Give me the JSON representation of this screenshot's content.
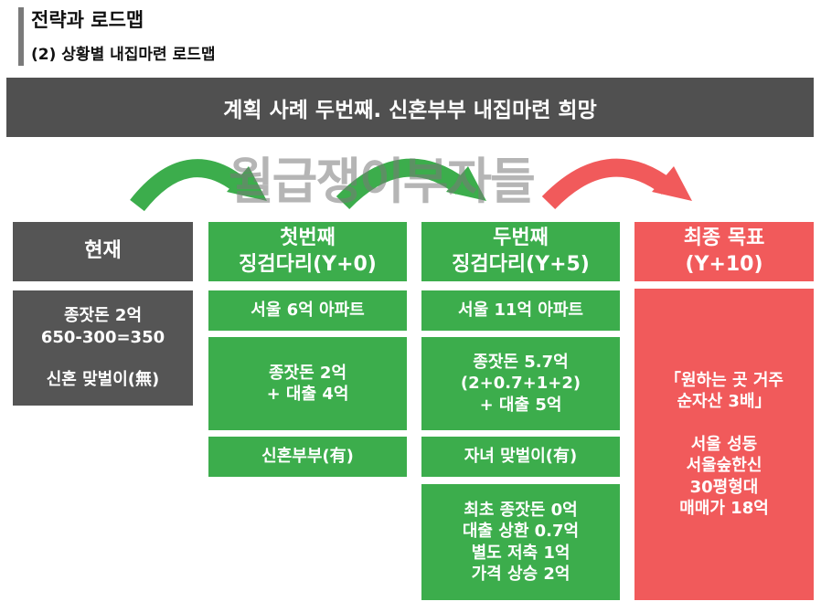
{
  "header": {
    "title": "전략과 로드맵",
    "subtitle": "(2) 상황별 내집마련 로드맵"
  },
  "banner": "계획 사례 두번째. 신혼부부 내집마련 희망",
  "colors": {
    "green": "#3cad4c",
    "gray": "#555555",
    "red": "#f15a5b"
  },
  "columns": [
    {
      "header": "현재",
      "items": [
        "종잣돈 2억\n650-300=350\n\n신혼 맞벌이(無)"
      ]
    },
    {
      "header": "첫번째\n징검다리(Y+0)",
      "items": [
        "서울 6억 아파트",
        "종잣돈 2억\n+ 대출 4억",
        "신혼부부(有)"
      ]
    },
    {
      "header": "두번째\n징검다리(Y+5)",
      "items": [
        "서울 11억 아파트",
        "종잣돈 5.7억\n(2+0.7+1+2)\n+ 대출 5억",
        "자녀 맞벌이(有)",
        "최초 종잣돈 0억\n대출 상환 0.7억\n별도 저축 1억\n가격 상승 2억"
      ]
    },
    {
      "header": "최종 목표\n(Y+10)",
      "items": [
        "「원하는 곳 거주\n순자산 3배」\n\n서울 성동\n서울숲한신\n30평형대\n매매가 18억"
      ]
    }
  ],
  "watermark": "월급쟁이부자들"
}
